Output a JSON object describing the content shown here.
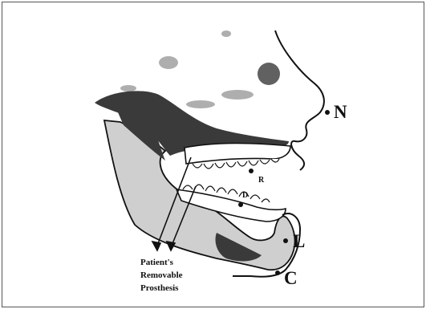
{
  "figure": {
    "labels": {
      "N": "N",
      "R": "R",
      "D": "D",
      "L": "L",
      "C": "C"
    },
    "caption_lines": [
      "Patient's",
      "Removable",
      "Prosthesis"
    ],
    "colors": {
      "ink": "#111111",
      "shade": "#3a3a3a",
      "light_shade": "#9a9a9a",
      "frame": "#555555"
    }
  }
}
